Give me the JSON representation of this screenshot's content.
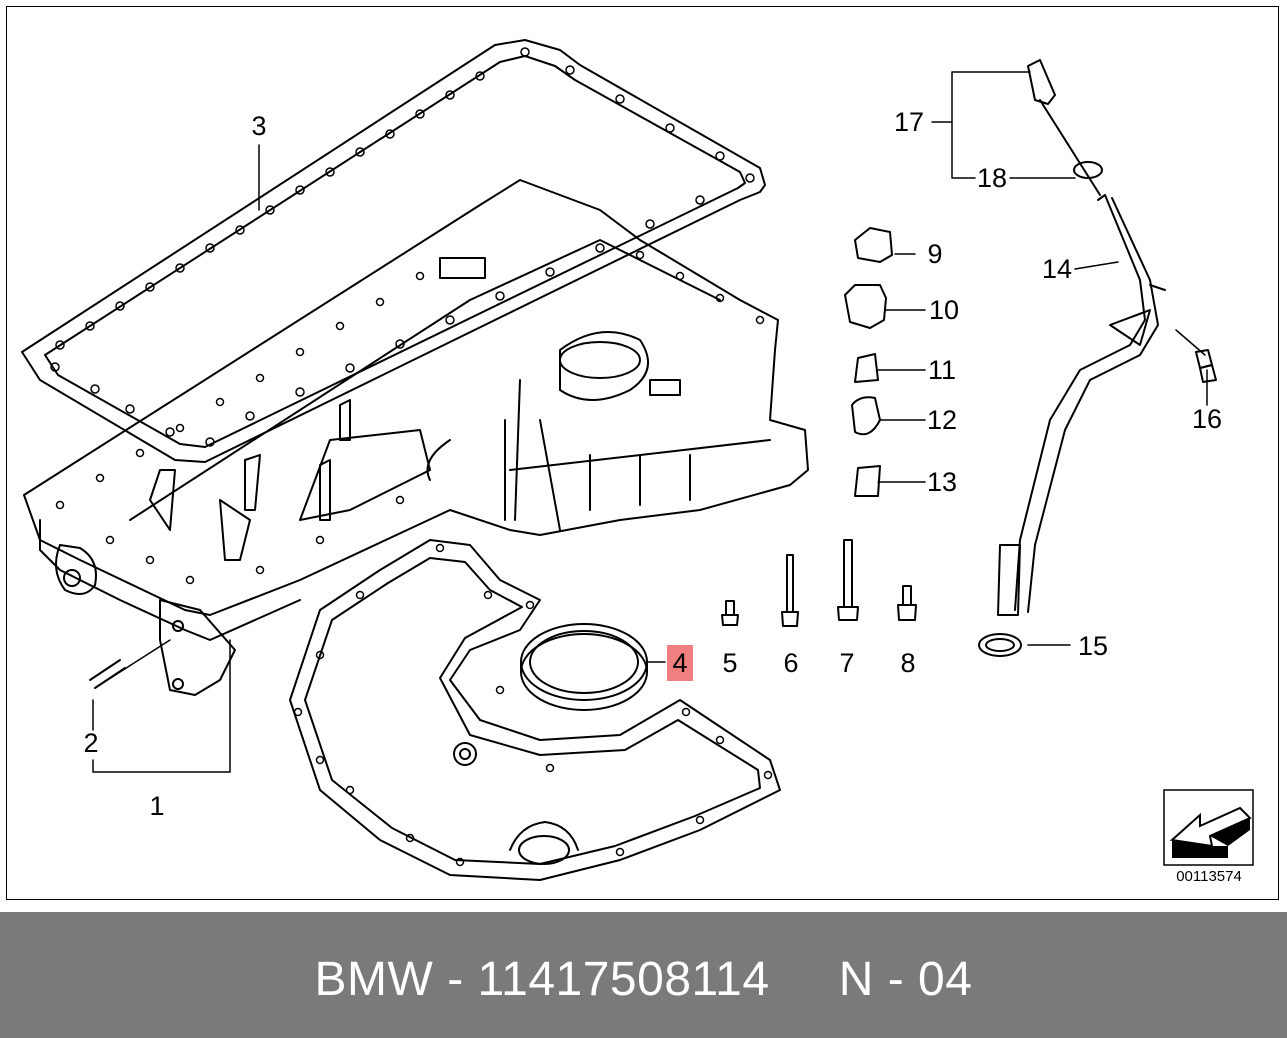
{
  "parts": {
    "p1": "1",
    "p2": "2",
    "p3": "3",
    "p4": "4",
    "p5": "5",
    "p6": "6",
    "p7": "7",
    "p8": "8",
    "p9": "9",
    "p10": "10",
    "p11": "11",
    "p12": "12",
    "p13": "13",
    "p14": "14",
    "p15": "15",
    "p16": "16",
    "p17": "17",
    "p18": "18"
  },
  "highlighted_part": "4",
  "highlight_color": "#f08080",
  "diagram_number": "00113574",
  "footer": {
    "brand": "BMW",
    "separator": "-",
    "part_number": "11417508114",
    "position_code": "N - 04"
  },
  "footer_background": "#7a7a7a",
  "icons": {
    "orientation": "direction-arrow-icon"
  }
}
